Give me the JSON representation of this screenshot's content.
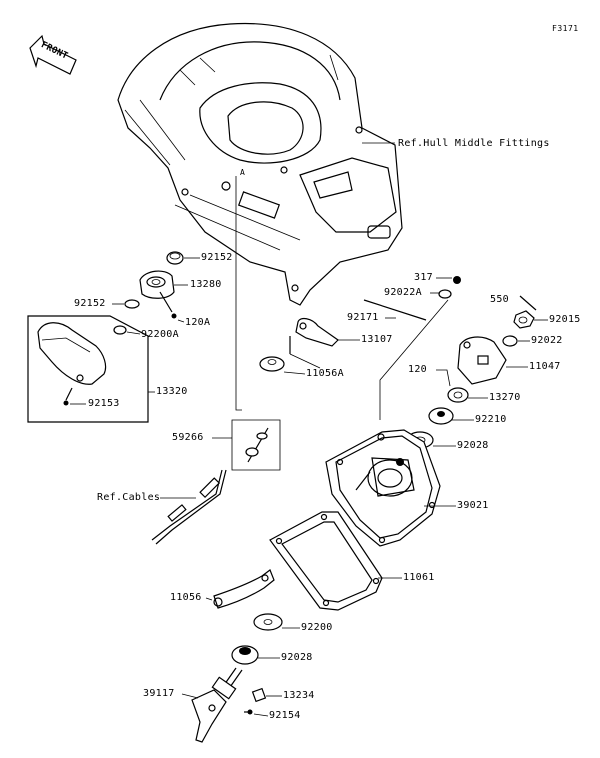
{
  "diagram_code": "F3171",
  "front_arrow_text": "FRONT",
  "callouts": [
    {
      "id": "ref-hull",
      "text": "Ref.Hull Middle Fittings"
    },
    {
      "id": "p92152a",
      "text": "92152"
    },
    {
      "id": "p13280",
      "text": "13280"
    },
    {
      "id": "p92152b",
      "text": "92152"
    },
    {
      "id": "p120A",
      "text": "120A"
    },
    {
      "id": "p92200A",
      "text": "92200A"
    },
    {
      "id": "p13320",
      "text": "13320"
    },
    {
      "id": "p92153",
      "text": "92153"
    },
    {
      "id": "p13107",
      "text": "13107"
    },
    {
      "id": "p11056A",
      "text": "11056A"
    },
    {
      "id": "p317",
      "text": "317"
    },
    {
      "id": "p92022A",
      "text": "92022A"
    },
    {
      "id": "p550",
      "text": "550"
    },
    {
      "id": "p92171",
      "text": "92171"
    },
    {
      "id": "p92015",
      "text": "92015"
    },
    {
      "id": "p92022",
      "text": "92022"
    },
    {
      "id": "p120",
      "text": "120"
    },
    {
      "id": "p11047",
      "text": "11047"
    },
    {
      "id": "p13270",
      "text": "13270"
    },
    {
      "id": "p92210",
      "text": "92210"
    },
    {
      "id": "p59266",
      "text": "59266"
    },
    {
      "id": "p92028a",
      "text": "92028"
    },
    {
      "id": "ref-cables",
      "text": "Ref.Cables"
    },
    {
      "id": "p39021",
      "text": "39021"
    },
    {
      "id": "p11061",
      "text": "11061"
    },
    {
      "id": "p11056",
      "text": "11056"
    },
    {
      "id": "p92200",
      "text": "92200"
    },
    {
      "id": "p92028b",
      "text": "92028"
    },
    {
      "id": "p39117",
      "text": "39117"
    },
    {
      "id": "p13234",
      "text": "13234"
    },
    {
      "id": "p92154",
      "text": "92154"
    }
  ],
  "hull_marker": "A"
}
